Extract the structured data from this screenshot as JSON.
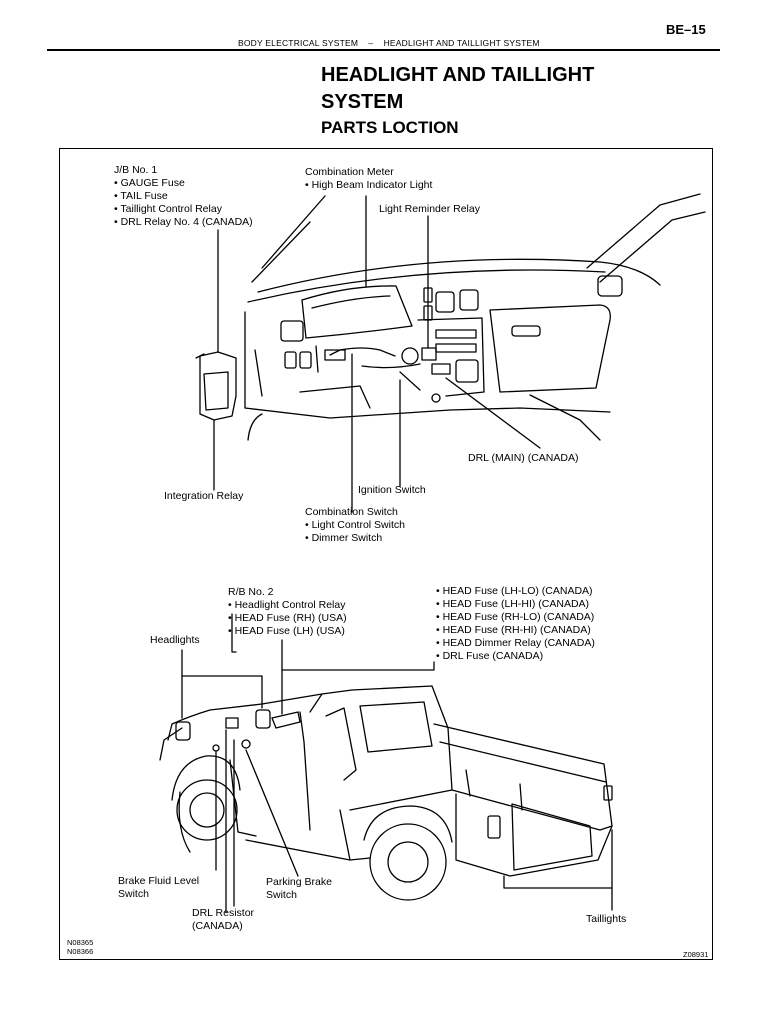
{
  "header": {
    "page_number": "BE–15",
    "running_section": "BODY ELECTRICAL SYSTEM",
    "running_sep": "–",
    "running_title": "HEADLIGHT AND TAILLIGHT SYSTEM"
  },
  "title": {
    "line1": "HEADLIGHT AND TAILLIGHT",
    "line2": "SYSTEM",
    "subtitle": "PARTS LOCTION"
  },
  "labels": {
    "jb": {
      "heading": "J/B No. 1",
      "items": [
        "•  GAUGE Fuse",
        "•  TAIL Fuse",
        "•  Taillight Control Relay",
        "•  DRL Relay No. 4 (CANADA)"
      ]
    },
    "combination_meter": {
      "heading": "Combination Meter",
      "items": [
        "•  High Beam Indicator Light"
      ]
    },
    "light_reminder_relay": "Light Reminder Relay",
    "drl_main": "DRL (MAIN) (CANADA)",
    "ignition_switch": "Ignition Switch",
    "integration_relay": "Integration Relay",
    "combination_switch": {
      "heading": "Combination Switch",
      "items": [
        "•  Light Control Switch",
        "•  Dimmer Switch"
      ]
    },
    "rb": {
      "heading": "R/B No. 2",
      "items": [
        "•  Headlight Control Relay",
        "•  HEAD Fuse (RH) (USA)",
        "•  HEAD Fuse (LH) (USA)"
      ]
    },
    "canada_fuses": [
      "•  HEAD Fuse (LH-LO) (CANADA)",
      "•  HEAD Fuse (LH-HI) (CANADA)",
      "•  HEAD Fuse (RH-LO) (CANADA)",
      "•  HEAD Fuse (RH-HI) (CANADA)",
      "•  HEAD Dimmer Relay (CANADA)",
      "•  DRL Fuse (CANADA)"
    ],
    "headlights": "Headlights",
    "brake_fluid": [
      "Brake Fluid Level",
      "Switch"
    ],
    "parking_brake": [
      "Parking Brake",
      "Switch"
    ],
    "drl_resistor": [
      "DRL Resistor",
      "(CANADA)"
    ],
    "taillights": "Taillights"
  },
  "codes": {
    "left": [
      "N08365",
      "N08366"
    ],
    "right": "Z08931"
  }
}
